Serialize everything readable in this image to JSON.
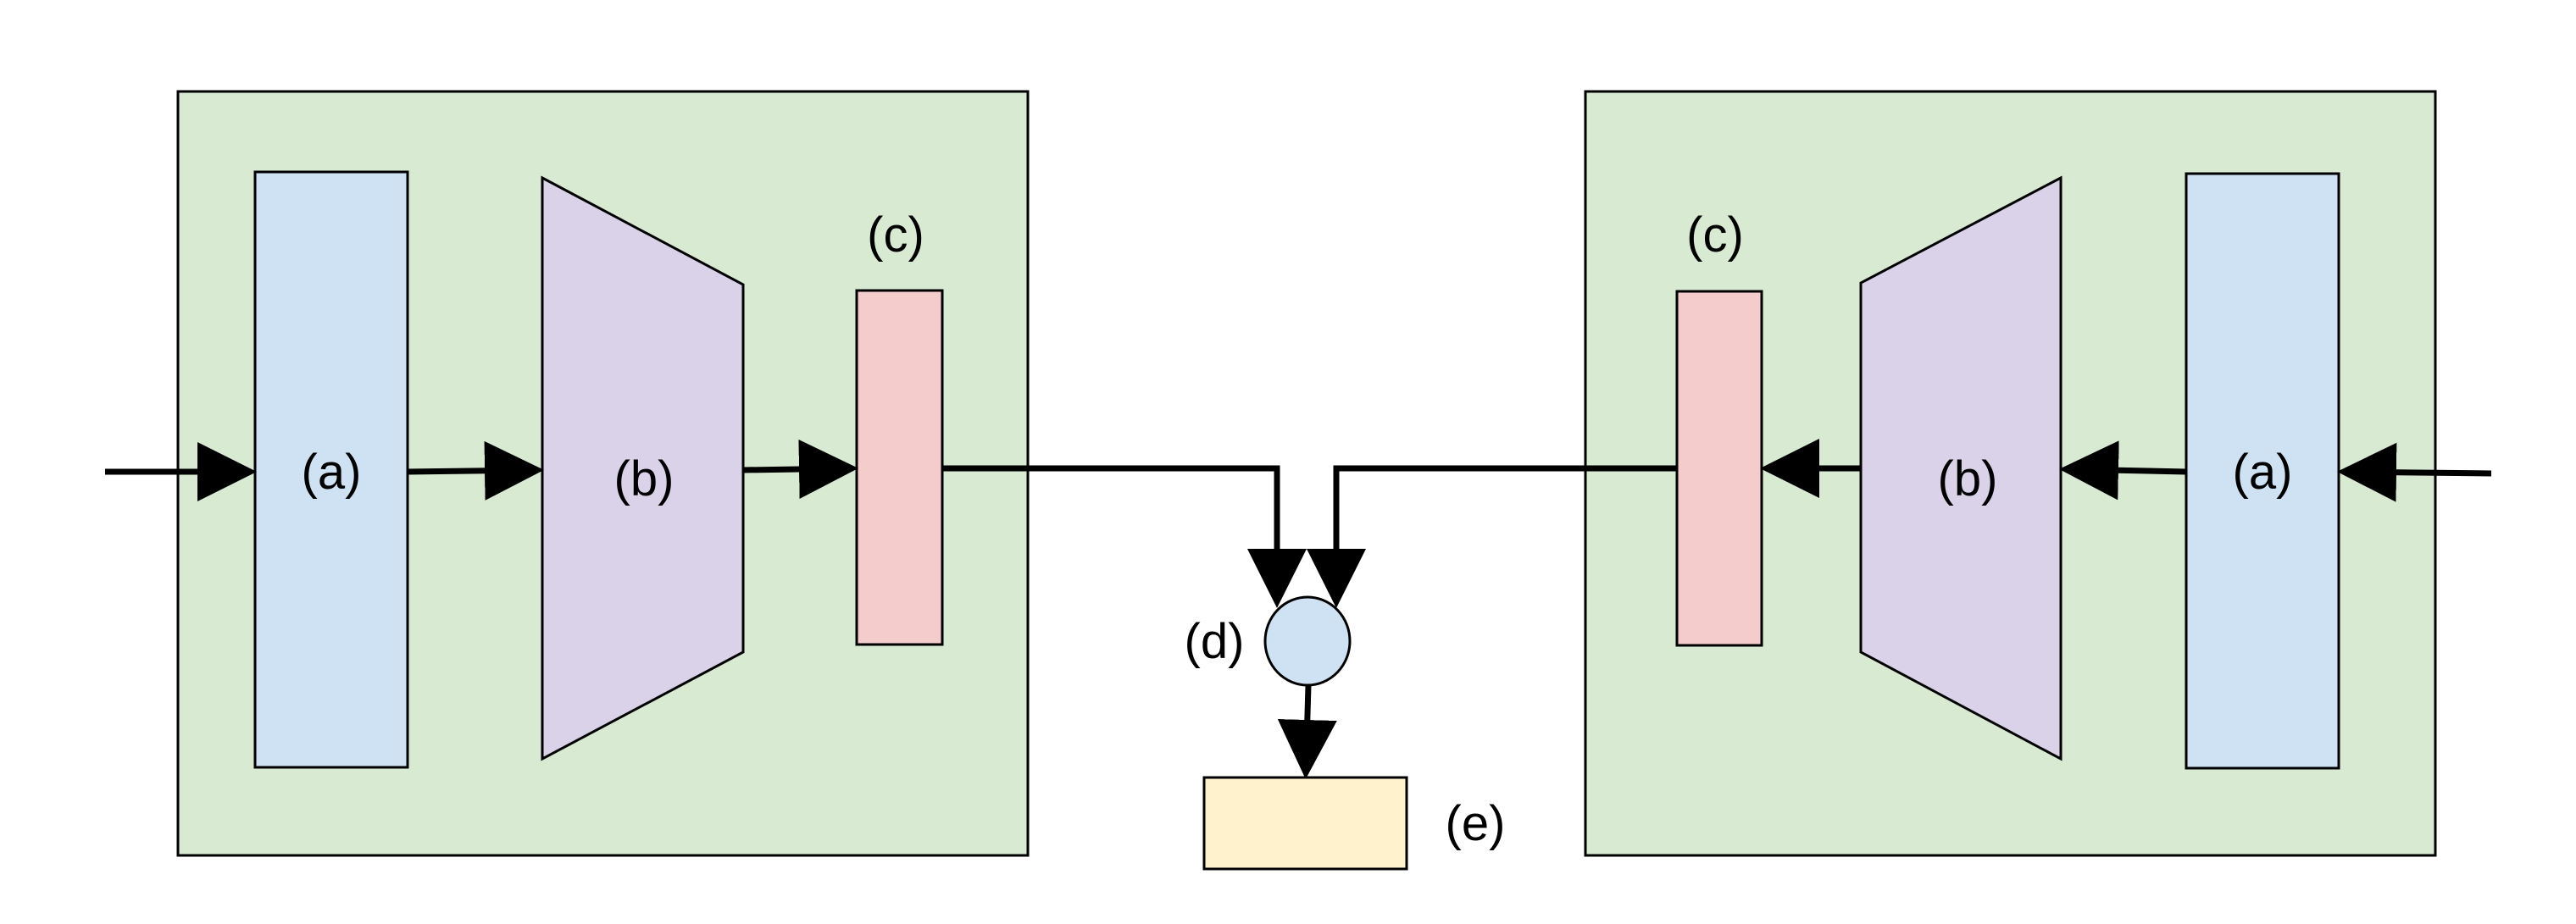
{
  "diagram": {
    "left_module": {
      "labels": {
        "a": "(a)",
        "b": "(b)",
        "c": "(c)"
      }
    },
    "right_module": {
      "labels": {
        "a": "(a)",
        "b": "(b)",
        "c": "(c)"
      }
    },
    "merge_node": {
      "label": "(d)"
    },
    "output_box": {
      "label": "(e)"
    }
  },
  "colors": {
    "module_background": "#d9ead3",
    "block_a": "#cfe2f3",
    "block_b": "#d9d2e9",
    "block_c": "#f4cccc",
    "node_d": "#cfe2f3",
    "box_e": "#fff2cc",
    "stroke": "#000000"
  }
}
